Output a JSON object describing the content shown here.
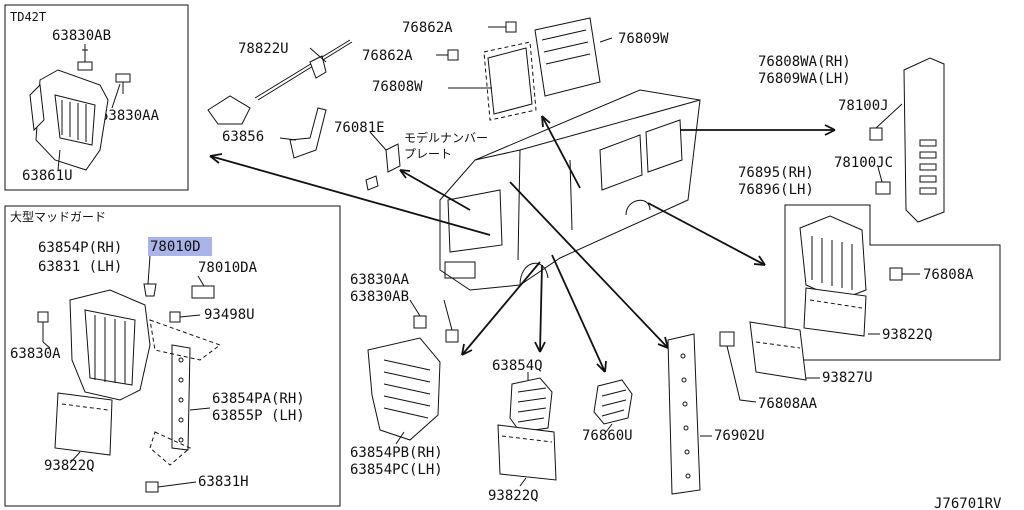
{
  "diagram_id": "J76701RV",
  "boxes": {
    "td42t": "TD42T",
    "large_mud_guard": "大型マッドガード"
  },
  "labels": {
    "p63830AB_a": "63830AB",
    "p63830AA_a": "63830AA",
    "p63861U": "63861U",
    "p78822U": "78822U",
    "p63856": "63856",
    "p76081E": "76081E",
    "model_plate_1": "モデルナンバー",
    "model_plate_2": "プレート",
    "p76862A_1": "76862A",
    "p76862A_2": "76862A",
    "p76809W": "76809W",
    "p76808W": "76808W",
    "p76808WA": "76808WA(RH)",
    "p76809WA": "76809WA(LH)",
    "p78100J": "78100J",
    "p78100JC": "78100JC",
    "p76895": "76895(RH)",
    "p76896": "76896(LH)",
    "p76808A": "76808A",
    "p93822Q_r": "93822Q",
    "p93827U": "93827U",
    "p76808AA": "76808AA",
    "p76902U": "76902U",
    "p76860U": "76860U",
    "p63854Q": "63854Q",
    "p93822Q_b": "93822Q",
    "p63830AA_b": "63830AA",
    "p63830AB_b": "63830AB",
    "p63854PB": "63854PB(RH)",
    "p63854PC": "63854PC(LH)",
    "p63854P": "63854P(RH)",
    "p78010D": "78010D",
    "p63831": "63831  (LH)",
    "p78010DA": "78010DA",
    "p93498U": "93498U",
    "p63830A": "63830A",
    "p63854PA": "63854PA(RH)",
    "p63855P": "63855P  (LH)",
    "p93822Q_l": "93822Q",
    "p63831H": "63831H"
  },
  "colors": {
    "line": "#111111",
    "highlight": "#aab4e8",
    "background": "#ffffff"
  }
}
